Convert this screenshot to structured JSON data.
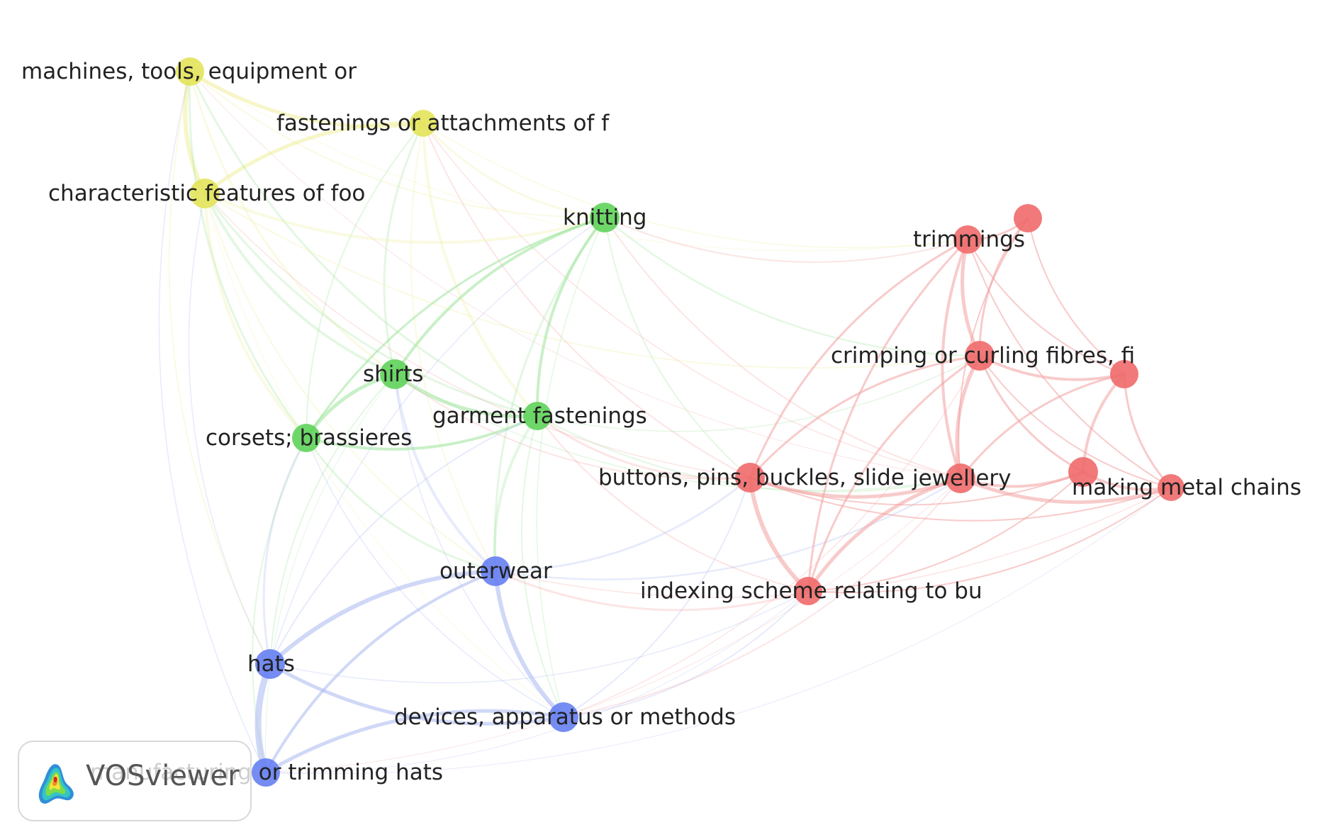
{
  "branding": {
    "app_name": "VOSviewer",
    "logo_icon": "vosviewer-density-icon"
  },
  "clusters": [
    {
      "id": 1,
      "color": "#f06a6a",
      "link_color": "#f3a0a0"
    },
    {
      "id": 2,
      "color": "#5fd35a",
      "link_color": "#9de39a"
    },
    {
      "id": 3,
      "color": "#6680f2",
      "link_color": "#a9b8f0"
    },
    {
      "id": 4,
      "color": "#e3e35a",
      "link_color": "#eeee9a"
    }
  ],
  "nodes": [
    {
      "id": "machines",
      "label": "machines, tools, equipment or",
      "cluster": 4
    },
    {
      "id": "fastenings",
      "label": "fastenings or attachments of f",
      "cluster": 4
    },
    {
      "id": "characteristic",
      "label": "characteristic features of foo",
      "cluster": 4
    },
    {
      "id": "knitting",
      "label": "knitting",
      "cluster": 2
    },
    {
      "id": "shirts",
      "label": "shirts",
      "cluster": 2
    },
    {
      "id": "corsets",
      "label": "corsets; brassieres",
      "cluster": 2
    },
    {
      "id": "garment",
      "label": "garment fastenings",
      "cluster": 2
    },
    {
      "id": "outerwear",
      "label": "outerwear",
      "cluster": 3
    },
    {
      "id": "hats",
      "label": "hats",
      "cluster": 3
    },
    {
      "id": "devices",
      "label": "devices, apparatus or methods",
      "cluster": 3
    },
    {
      "id": "trimhats",
      "label": "manufacturing or trimming hats",
      "cluster": 3
    },
    {
      "id": "trimmings",
      "label": "trimmings",
      "cluster": 1
    },
    {
      "id": "unlabeled_a",
      "label": "",
      "cluster": 1
    },
    {
      "id": "crimping",
      "label": "crimping or curling fibres, fi",
      "cluster": 1
    },
    {
      "id": "unlabeled_b",
      "label": "",
      "cluster": 1
    },
    {
      "id": "buttons",
      "label": "buttons, pins, buckles, slide",
      "cluster": 1
    },
    {
      "id": "jewellery",
      "label": "jewellery",
      "cluster": 1
    },
    {
      "id": "unlabeled_c",
      "label": "",
      "cluster": 1
    },
    {
      "id": "chains",
      "label": "making metal chains",
      "cluster": 1
    },
    {
      "id": "indexing",
      "label": "indexing scheme relating to bu",
      "cluster": 1
    }
  ],
  "edges": [
    [
      "machines",
      "fastenings",
      5
    ],
    [
      "machines",
      "characteristic",
      6
    ],
    [
      "fastenings",
      "characteristic",
      5
    ],
    [
      "machines",
      "shirts",
      3
    ],
    [
      "machines",
      "corsets",
      3
    ],
    [
      "machines",
      "knitting",
      2
    ],
    [
      "machines",
      "garment",
      3
    ],
    [
      "machines",
      "hats",
      2
    ],
    [
      "machines",
      "trimhats",
      1.5
    ],
    [
      "machines",
      "trimmings",
      1
    ],
    [
      "machines",
      "jewellery",
      1
    ],
    [
      "fastenings",
      "knitting",
      3
    ],
    [
      "fastenings",
      "shirts",
      3
    ],
    [
      "fastenings",
      "garment",
      4
    ],
    [
      "fastenings",
      "corsets",
      2
    ],
    [
      "fastenings",
      "outerwear",
      2
    ],
    [
      "fastenings",
      "buttons",
      2
    ],
    [
      "fastenings",
      "trimmings",
      1.5
    ],
    [
      "fastenings",
      "jewellery",
      1.5
    ],
    [
      "characteristic",
      "knitting",
      4
    ],
    [
      "characteristic",
      "shirts",
      4
    ],
    [
      "characteristic",
      "corsets",
      4
    ],
    [
      "characteristic",
      "garment",
      3
    ],
    [
      "characteristic",
      "outerwear",
      2
    ],
    [
      "characteristic",
      "hats",
      1.5
    ],
    [
      "characteristic",
      "crimping",
      2
    ],
    [
      "characteristic",
      "buttons",
      1.5
    ],
    [
      "characteristic",
      "devices",
      1
    ],
    [
      "knitting",
      "shirts",
      4
    ],
    [
      "knitting",
      "corsets",
      3
    ],
    [
      "knitting",
      "garment",
      4
    ],
    [
      "knitting",
      "outerwear",
      3
    ],
    [
      "knitting",
      "trimmings",
      2
    ],
    [
      "knitting",
      "crimping",
      2.5
    ],
    [
      "knitting",
      "jewellery",
      2
    ],
    [
      "knitting",
      "buttons",
      2
    ],
    [
      "knitting",
      "hats",
      1.5
    ],
    [
      "knitting",
      "devices",
      1.5
    ],
    [
      "shirts",
      "corsets",
      5
    ],
    [
      "shirts",
      "garment",
      5
    ],
    [
      "shirts",
      "outerwear",
      4
    ],
    [
      "shirts",
      "hats",
      2
    ],
    [
      "shirts",
      "buttons",
      2
    ],
    [
      "shirts",
      "jewellery",
      1.5
    ],
    [
      "shirts",
      "devices",
      1.5
    ],
    [
      "shirts",
      "trimhats",
      1
    ],
    [
      "corsets",
      "garment",
      4
    ],
    [
      "corsets",
      "outerwear",
      3
    ],
    [
      "corsets",
      "hats",
      3
    ],
    [
      "corsets",
      "trimhats",
      2
    ],
    [
      "corsets",
      "devices",
      1.5
    ],
    [
      "garment",
      "outerwear",
      4
    ],
    [
      "garment",
      "buttons",
      3
    ],
    [
      "garment",
      "jewellery",
      2
    ],
    [
      "garment",
      "indexing",
      2
    ],
    [
      "garment",
      "devices",
      2
    ],
    [
      "garment",
      "hats",
      2
    ],
    [
      "garment",
      "crimping",
      1.5
    ],
    [
      "outerwear",
      "hats",
      6
    ],
    [
      "outerwear",
      "devices",
      6
    ],
    [
      "outerwear",
      "trimhats",
      4
    ],
    [
      "outerwear",
      "buttons",
      3
    ],
    [
      "outerwear",
      "indexing",
      3
    ],
    [
      "outerwear",
      "jewellery",
      2.5
    ],
    [
      "outerwear",
      "chains",
      1.5
    ],
    [
      "hats",
      "trimhats",
      9
    ],
    [
      "hats",
      "devices",
      5
    ],
    [
      "hats",
      "indexing",
      1.5
    ],
    [
      "devices",
      "trimhats",
      5
    ],
    [
      "devices",
      "buttons",
      2
    ],
    [
      "devices",
      "jewellery",
      2
    ],
    [
      "devices",
      "indexing",
      2
    ],
    [
      "devices",
      "crimping",
      1.5
    ],
    [
      "trimhats",
      "indexing",
      1
    ],
    [
      "trimhats",
      "jewellery",
      1
    ],
    [
      "trimhats",
      "chains",
      0.8
    ],
    [
      "trimmings",
      "unlabeled_a",
      3
    ],
    [
      "trimmings",
      "crimping",
      5
    ],
    [
      "trimmings",
      "jewellery",
      4
    ],
    [
      "trimmings",
      "buttons",
      3
    ],
    [
      "trimmings",
      "indexing",
      3
    ],
    [
      "trimmings",
      "unlabeled_b",
      2
    ],
    [
      "trimmings",
      "chains",
      2
    ],
    [
      "unlabeled_a",
      "crimping",
      3
    ],
    [
      "unlabeled_a",
      "unlabeled_b",
      2
    ],
    [
      "unlabeled_a",
      "jewellery",
      2
    ],
    [
      "crimping",
      "unlabeled_b",
      4
    ],
    [
      "crimping",
      "jewellery",
      5
    ],
    [
      "crimping",
      "buttons",
      3
    ],
    [
      "crimping",
      "indexing",
      3
    ],
    [
      "crimping",
      "unlabeled_c",
      3
    ],
    [
      "crimping",
      "chains",
      2
    ],
    [
      "unlabeled_b",
      "unlabeled_c",
      4
    ],
    [
      "unlabeled_b",
      "chains",
      3
    ],
    [
      "unlabeled_b",
      "jewellery",
      3
    ],
    [
      "buttons",
      "jewellery",
      5
    ],
    [
      "buttons",
      "indexing",
      6
    ],
    [
      "buttons",
      "unlabeled_c",
      2
    ],
    [
      "buttons",
      "chains",
      2
    ],
    [
      "jewellery",
      "unlabeled_c",
      4
    ],
    [
      "jewellery",
      "chains",
      5
    ],
    [
      "jewellery",
      "indexing",
      5
    ],
    [
      "unlabeled_c",
      "chains",
      4
    ],
    [
      "indexing",
      "chains",
      2
    ],
    [
      "indexing",
      "unlabeled_c",
      2
    ]
  ]
}
